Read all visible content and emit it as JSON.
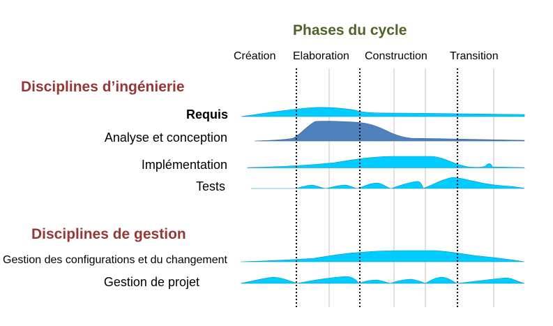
{
  "header": {
    "title": "Phases du cycle",
    "phases": [
      "Création",
      "Elaboration",
      "Construction",
      "Transition"
    ]
  },
  "sections": {
    "engineering": "Disciplines d’ingénierie",
    "management": "Disciplines de gestion"
  },
  "disciplines": {
    "requis": "Requis",
    "analyse": "Analyse et conception",
    "implementation": "Implémentation",
    "tests": "Tests",
    "configurations": "Gestion des configurations et du changement",
    "projet": "Gestion de projet"
  },
  "colors": {
    "title": "#4f6228",
    "section": "#953735",
    "fill_light": "#00ccff",
    "fill_dark": "#4f81bd",
    "grid": "#c0c0c0"
  }
}
